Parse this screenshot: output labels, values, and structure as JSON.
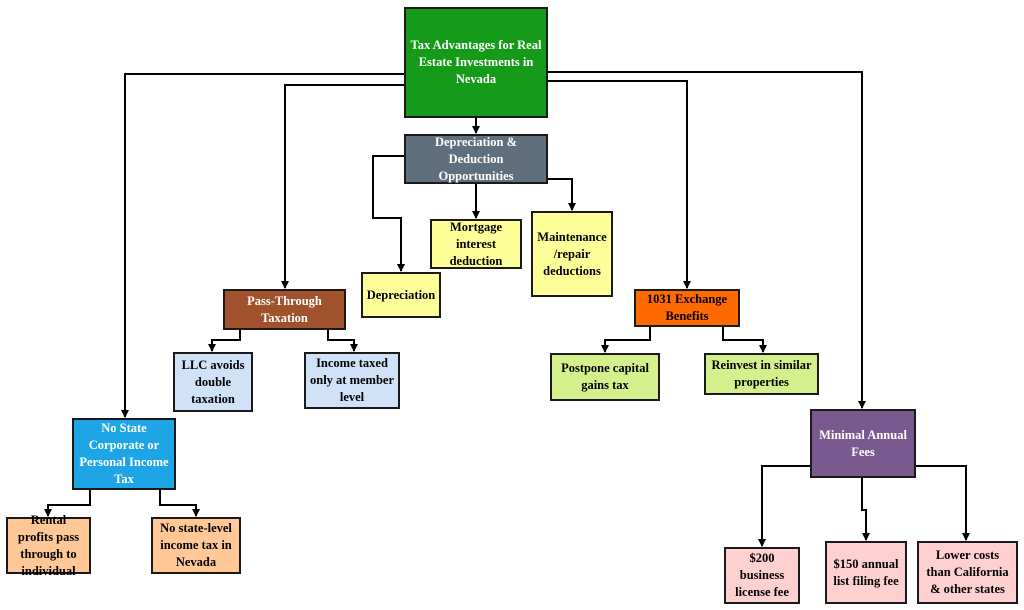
{
  "colors": {
    "root": "#159a1a",
    "depreciation_header": "#5f6f7d",
    "yellow": "#ffff99",
    "pass_through": "#a0522d",
    "blue_light": "#cfe2f7",
    "exchange": "#ff6a00",
    "green_light": "#d4f08c",
    "no_state_tax": "#1ea5e6",
    "orange_light": "#ffc896",
    "annual_fees": "#7a5a8e",
    "pink_light": "#ffd0d0",
    "edge": "#000000"
  },
  "nodes": {
    "root": "Tax Advantages for Real Estate Investments in Nevada",
    "depreciation_deduction": "Depreciation & Deduction Opportunities",
    "depreciation": "Depreciation",
    "mortgage_interest": "Mortgage interest deduction",
    "maintenance_repair": "Maintenance /repair deductions",
    "pass_through": "Pass-Through Taxation",
    "llc_avoids": "LLC avoids double taxation",
    "income_member": "Income taxed only at member level",
    "exchange_1031": "1031 Exchange Benefits",
    "postpone_gains": "Postpone capital gains tax",
    "reinvest": "Reinvest in similar properties",
    "no_state_tax": "No State Corporate or Personal Income Tax",
    "rental_profits": "Rental profits pass through to individual",
    "no_state_level": "No state-level income tax in Nevada",
    "annual_fees": "Minimal Annual Fees",
    "business_license": "$200 business license fee",
    "annual_list": "$150 annual list filing fee",
    "lower_costs": "Lower costs than California & other states"
  }
}
